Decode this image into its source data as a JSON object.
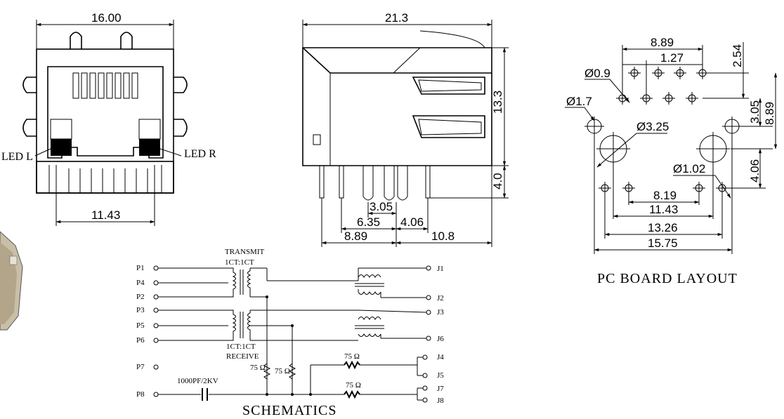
{
  "front_view": {
    "width_top": "16.00",
    "width_bottom": "11.43",
    "led_left": "LED L",
    "led_right": "LED R"
  },
  "side_view": {
    "length": "21.3",
    "height": "13.3",
    "pin_length": "4.0",
    "d1": "3.05",
    "d2": "6.35",
    "d3": "4.06",
    "d4": "8.89",
    "d5": "10.8"
  },
  "pcb_layout": {
    "title": "PC BOARD LAYOUT",
    "d_889_top": "8.89",
    "d_127": "1.27",
    "d_254": "2.54",
    "hole_09": "Ø0.9",
    "hole_17": "Ø1.7",
    "hole_325": "Ø3.25",
    "hole_102": "Ø1.02",
    "d_305": "3.05",
    "d_889_side": "8.89",
    "d_406": "4.06",
    "d_819": "8.19",
    "d_1143": "11.43",
    "d_1326": "13.26",
    "d_1575": "15.75"
  },
  "schematics": {
    "title": "SCHEMATICS",
    "transmit": "TRANSMIT",
    "ratio_top": "1CT:1CT",
    "ratio_bottom": "1CT:1CT",
    "receive": "RECEIVE",
    "left_pins": [
      "P1",
      "P4",
      "P2",
      "P3",
      "P5",
      "P6",
      "P7",
      "P8"
    ],
    "right_pins": [
      "J1",
      "J2",
      "J3",
      "J6",
      "J4",
      "J5",
      "J7",
      "J8"
    ],
    "r1": "75 Ω",
    "r2": "75 Ω",
    "r3": "75 Ω",
    "r4": "75 Ω",
    "cap": "1000PF/2KV"
  }
}
